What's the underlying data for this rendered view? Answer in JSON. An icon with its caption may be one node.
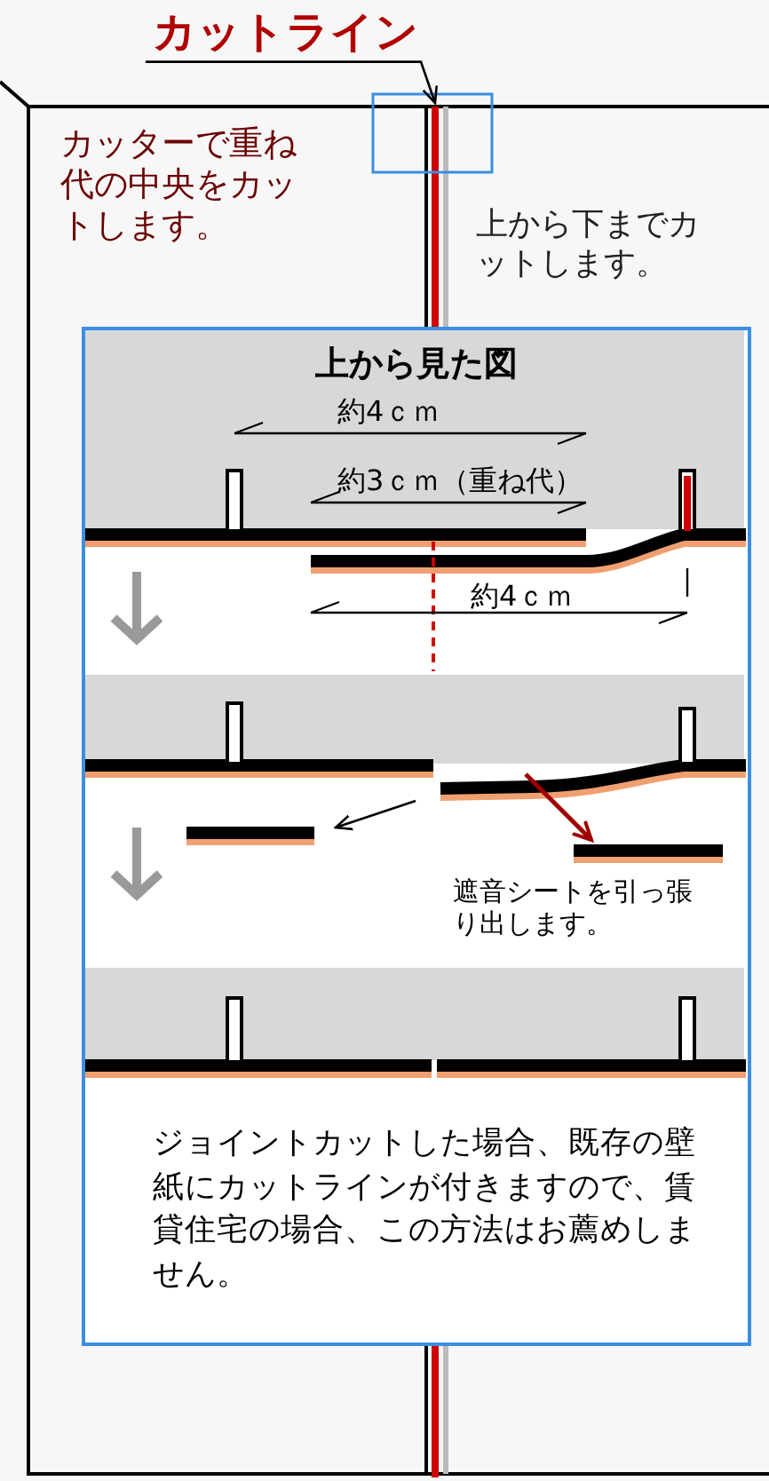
{
  "diagram": {
    "nodes": [
      {
        "text": [
          "カットライン"
        ]
      },
      {
        "text": [],
        "shape": "bar"
      },
      {
        "text": [
          "上から見た図"
        ]
      }
    ],
    "edges": [
      {
        "from": 0,
        "to": 1,
        "arrow": "to"
      }
    ],
    "labels": [
      "カッターで重ね代の中央をカットします。",
      "上から下までカットします。",
      "約4ｃｍ",
      "約3ｃｍ（重ね代）",
      "約4ｃｍ",
      "遮音シートを引っ張り出します。",
      "ジョイントカットした場合、既存の壁紙にカットラインが付きますので、賃貸住宅の場合、この方法はお薦めしません。"
    ]
  }
}
